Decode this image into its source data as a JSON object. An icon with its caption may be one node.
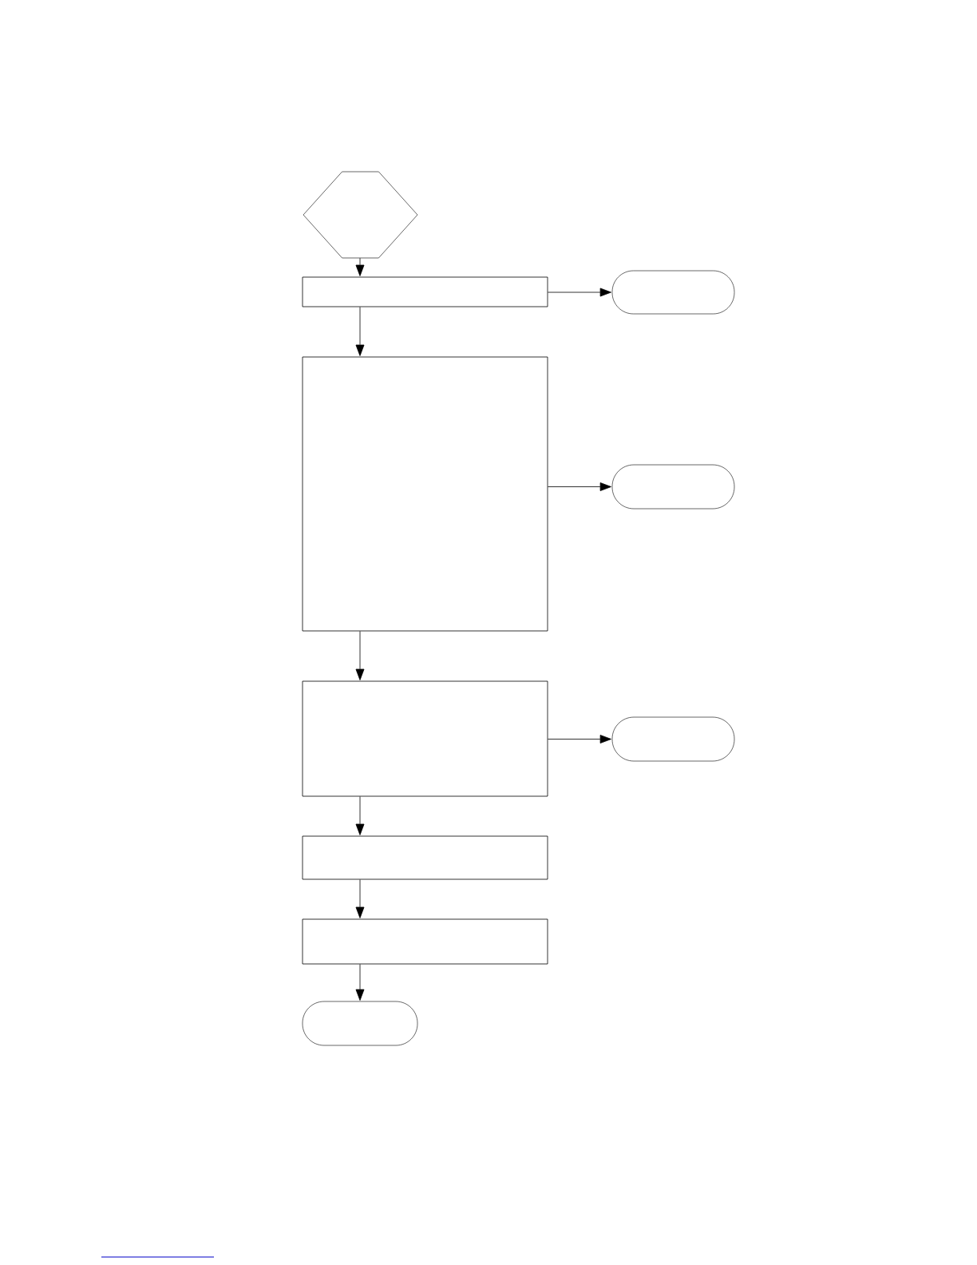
{
  "diagram": {
    "nodes": [
      {
        "text": [],
        "shape": "hexagon"
      },
      {
        "text": [],
        "shape": "box"
      },
      {
        "text": [],
        "shape": "pill"
      },
      {
        "text": [],
        "shape": "box"
      },
      {
        "text": [],
        "shape": "pill"
      },
      {
        "text": [],
        "shape": "box"
      },
      {
        "text": [],
        "shape": "pill"
      },
      {
        "text": [],
        "shape": "box"
      },
      {
        "text": [],
        "shape": "box"
      },
      {
        "text": [],
        "shape": "pill"
      }
    ],
    "edges": [
      {
        "from": 0,
        "to": 1,
        "arrow": "to"
      },
      {
        "from": 1,
        "to": 2,
        "arrow": "to"
      },
      {
        "from": 1,
        "to": 3,
        "arrow": "to"
      },
      {
        "from": 3,
        "to": 4,
        "arrow": "to"
      },
      {
        "from": 3,
        "to": 5,
        "arrow": "to"
      },
      {
        "from": 5,
        "to": 6,
        "arrow": "to"
      },
      {
        "from": 5,
        "to": 7,
        "arrow": "to"
      },
      {
        "from": 7,
        "to": 8,
        "arrow": "to"
      },
      {
        "from": 8,
        "to": 9,
        "arrow": "to"
      }
    ]
  }
}
